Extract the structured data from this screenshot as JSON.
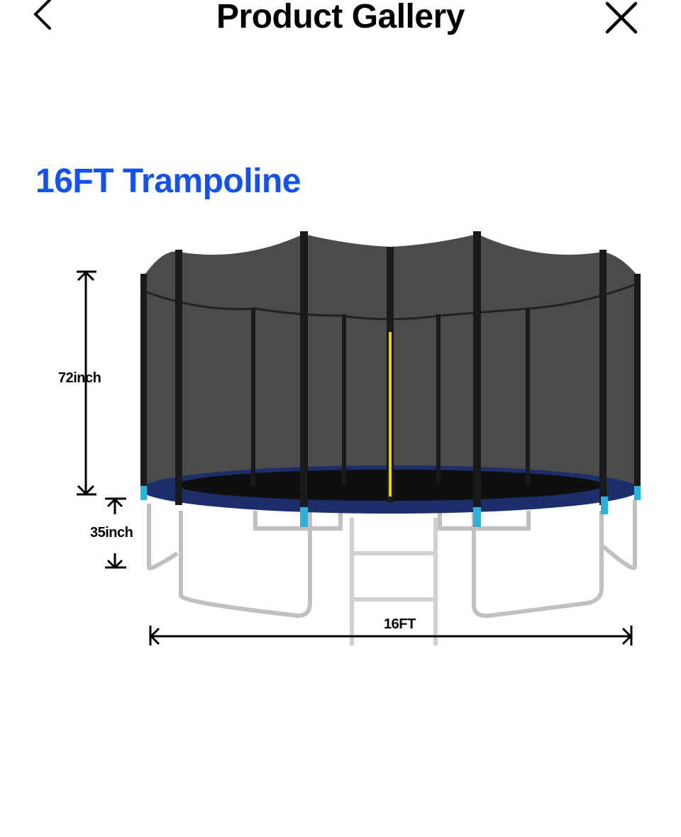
{
  "header": {
    "title": "Product Gallery",
    "back_icon": "chevron-left-icon",
    "close_icon": "close-icon"
  },
  "product_image": {
    "heading": "16FT  Trampoline",
    "height_label": "72inch",
    "leg_height_label": "35inch",
    "diameter_label": "16FT",
    "colors": {
      "heading": "#1352ef",
      "net": "#3a3a3a",
      "pad": "#1c2f6b",
      "accent": "#2bb3d9",
      "frame": "#c8c8c8",
      "zipper": "#e6d21e"
    }
  }
}
